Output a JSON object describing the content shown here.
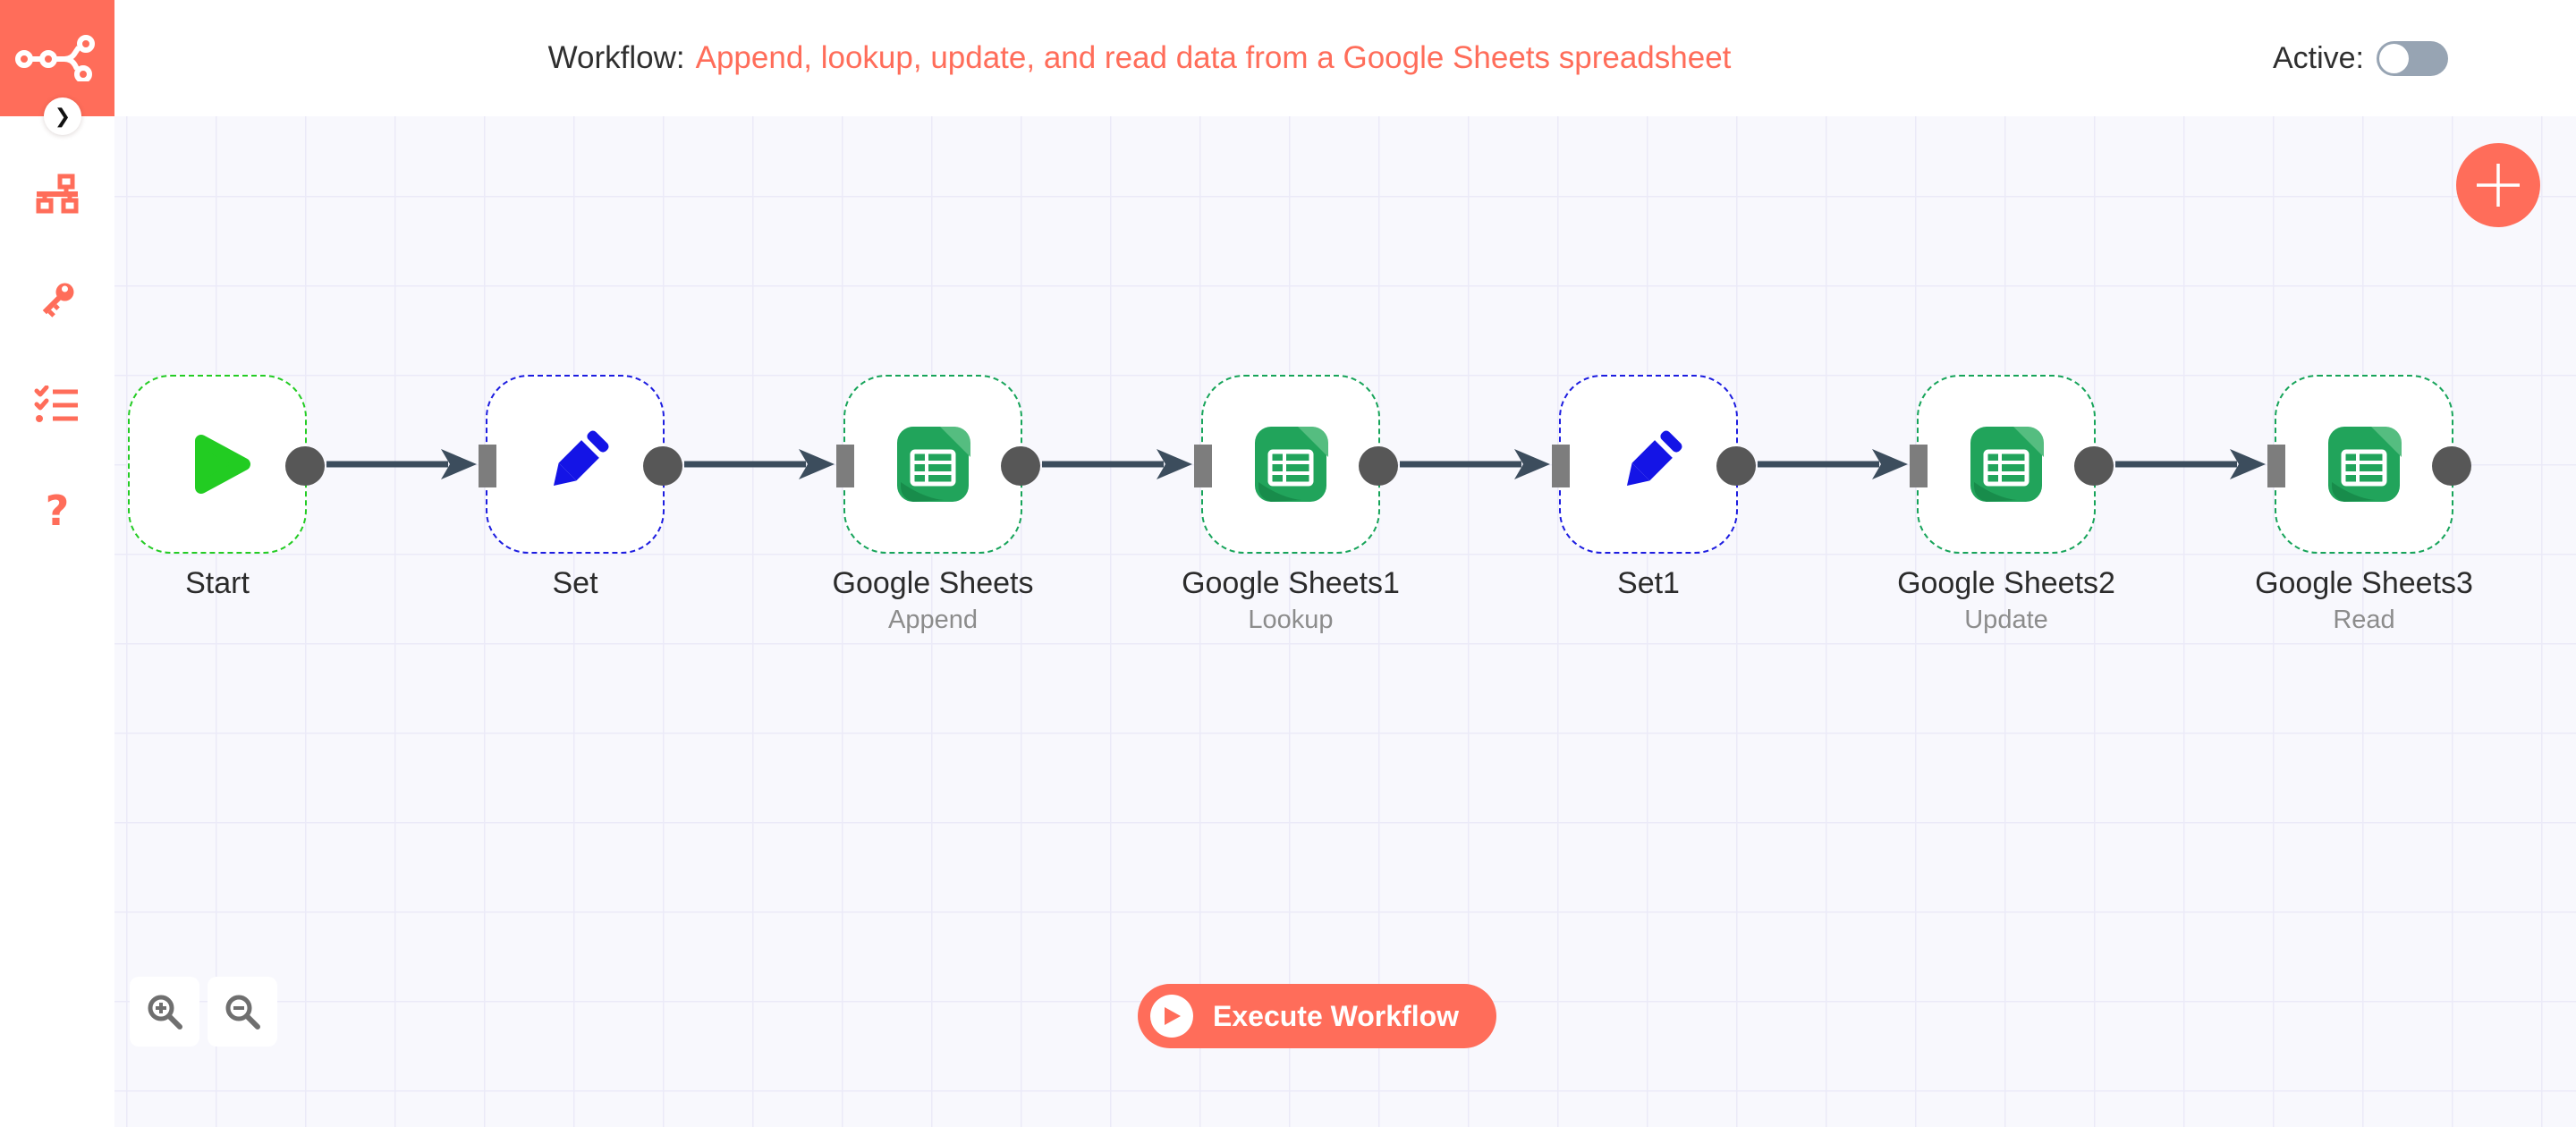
{
  "header": {
    "title_prefix": "Workflow:",
    "title": "Append, lookup, update, and read data from a Google Sheets spreadsheet",
    "active_label": "Active:",
    "active_state": "off"
  },
  "sidebar": {
    "logo_icon": "n8n-logo",
    "collapse_icon": "chevron-right-icon",
    "collapse_glyph": "❯",
    "items": [
      {
        "icon": "workflows-icon"
      },
      {
        "icon": "credentials-key-icon"
      },
      {
        "icon": "executions-list-icon"
      },
      {
        "icon": "help-question-icon",
        "glyph": "?"
      }
    ]
  },
  "canvas": {
    "nodes": [
      {
        "label": "Start",
        "sublabel": "",
        "type": "start",
        "icon": "play-triangle-icon"
      },
      {
        "label": "Set",
        "sublabel": "",
        "type": "set",
        "icon": "pencil-icon"
      },
      {
        "label": "Google Sheets",
        "sublabel": "Append",
        "type": "sheets",
        "icon": "google-sheets-icon"
      },
      {
        "label": "Google Sheets1",
        "sublabel": "Lookup",
        "type": "sheets",
        "icon": "google-sheets-icon"
      },
      {
        "label": "Set1",
        "sublabel": "",
        "type": "set",
        "icon": "pencil-icon"
      },
      {
        "label": "Google Sheets2",
        "sublabel": "Update",
        "type": "sheets",
        "icon": "google-sheets-icon"
      },
      {
        "label": "Google Sheets3",
        "sublabel": "Read",
        "type": "sheets",
        "icon": "google-sheets-icon"
      }
    ],
    "connections": [
      {
        "from": "Start",
        "to": "Set"
      },
      {
        "from": "Set",
        "to": "Google Sheets"
      },
      {
        "from": "Google Sheets",
        "to": "Google Sheets1"
      },
      {
        "from": "Google Sheets1",
        "to": "Set1"
      },
      {
        "from": "Set1",
        "to": "Google Sheets2"
      },
      {
        "from": "Google Sheets2",
        "to": "Google Sheets3"
      }
    ],
    "execute_button_label": "Execute Workflow",
    "zoom_in_icon": "zoom-in-icon",
    "zoom_out_icon": "zoom-out-icon",
    "add_node_icon": "plus-icon"
  },
  "colors": {
    "accent": "#ff6d5a",
    "start_border": "#24cc24",
    "set_border": "#1d1de0",
    "sheets_border": "#17a45a",
    "connector": "#3c4d5d",
    "canvas_bg": "#f8f8fd",
    "grid_line": "#ebeaf8",
    "toggle_off": "#97a4b3"
  }
}
